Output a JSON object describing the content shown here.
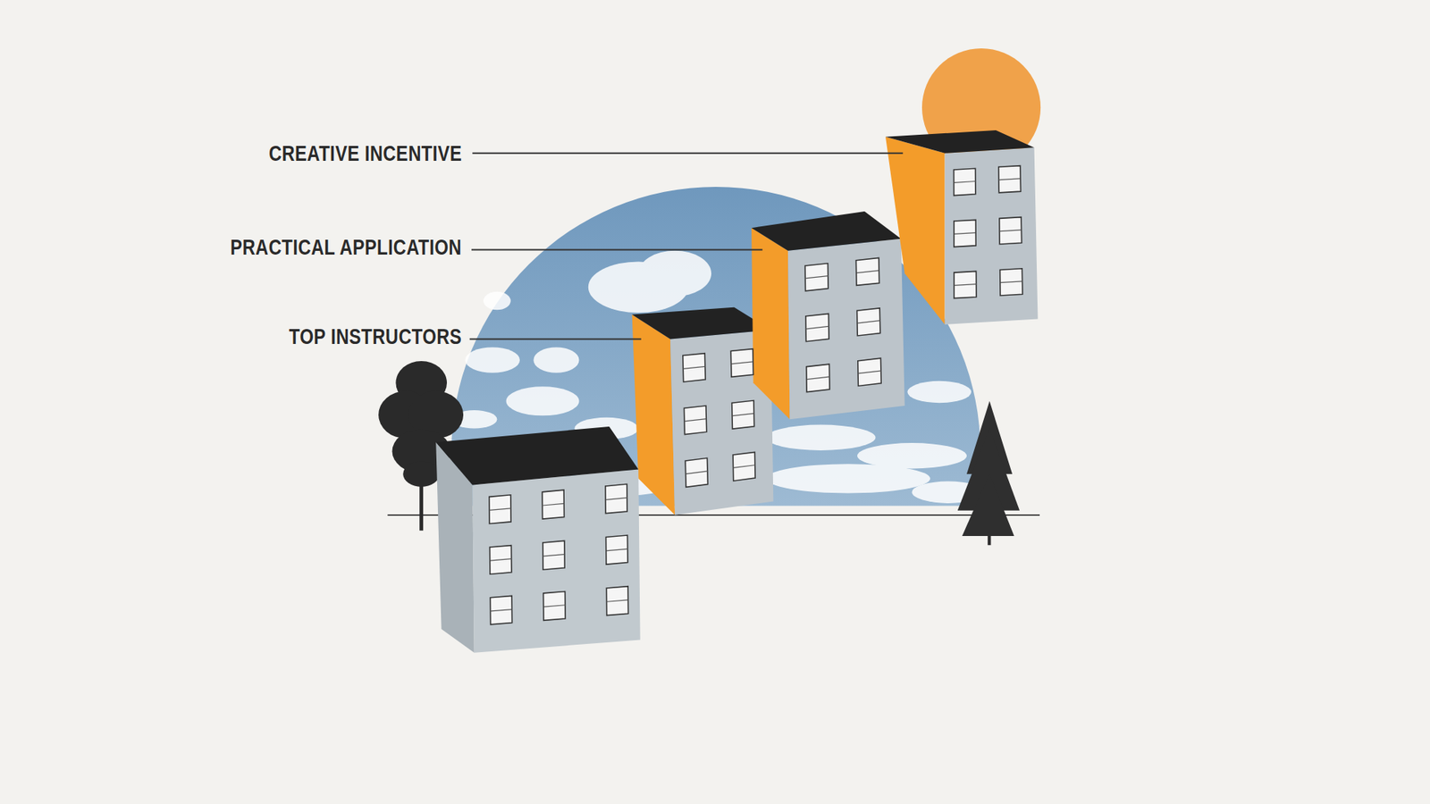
{
  "diagram": {
    "labels": [
      "CREATIVE INCENTIVE",
      "PRACTICAL APPLICATION",
      "TOP INSTRUCTORS"
    ]
  }
}
